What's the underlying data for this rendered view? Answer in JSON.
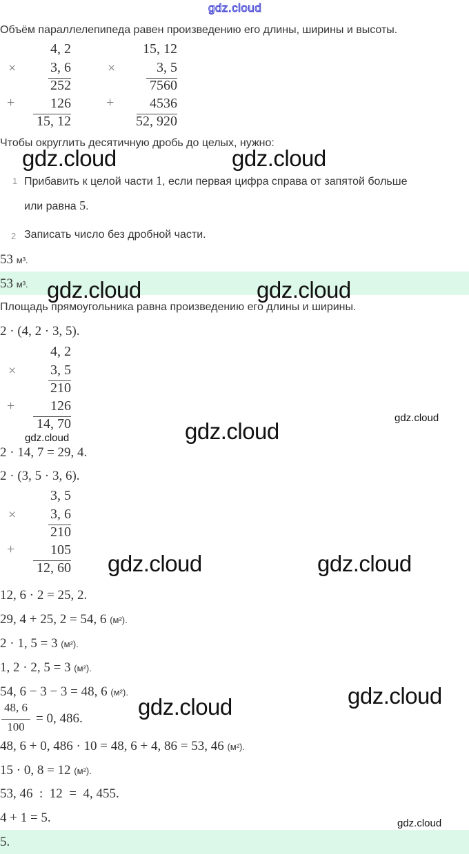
{
  "watermark": {
    "top": "gdz.cloud",
    "text": "gdz.cloud"
  },
  "section1": {
    "intro": "Объём параллелепипеда равен произведению его длины, ширины и высоты.",
    "calc1": {
      "a": "4, 2",
      "b": "3, 6",
      "p1": "252",
      "p2": "126",
      "result": "15, 12",
      "mul": "×",
      "add": "+"
    },
    "calc2": {
      "a": "15, 12",
      "b": "3, 5",
      "p1": "7560",
      "p2": "4536",
      "result": "52, 920",
      "mul": "×",
      "add": "+"
    },
    "rounding_intro": "Чтобы округлить десятичную дробь до целых, нужно:",
    "rules": [
      {
        "num": "1",
        "text_a": "Прибавить к целой части ",
        "val": "1",
        "text_b": ", если первая цифра справа от запятой больше",
        "text_c": "или равна ",
        "val2": "5",
        "text_d": "."
      },
      {
        "num": "2",
        "text": "Записать число без дробной части."
      }
    ],
    "result_line": {
      "value": "53",
      "unit": "м³."
    },
    "answer": {
      "value": "53",
      "unit": "м³."
    }
  },
  "section2": {
    "intro": "Площадь прямоугольника равна произведению его длины и ширины.",
    "expr1": "2 · (4, 2 · 3, 5).",
    "calc3": {
      "a": "4, 2",
      "b": "3, 5",
      "p1": "210",
      "p2": "126",
      "result": "14, 70",
      "mul": "×",
      "add": "+"
    },
    "line1": "2 · 14, 7 = 29, 4.",
    "expr2": "2 · (3, 5 · 3, 6).",
    "calc4": {
      "a": "3, 5",
      "b": "3, 6",
      "p1": "210",
      "p2": "105",
      "result": "12, 60",
      "mul": "×",
      "add": "+"
    },
    "lines": [
      {
        "expr": "12, 6 · 2 = 25, 2.",
        "unit": ""
      },
      {
        "expr": "29, 4 + 25, 2 = 54, 6",
        "unit": "(м²)."
      },
      {
        "expr": "2 · 1, 5 = 3",
        "unit": "(м²)."
      },
      {
        "expr": "1, 2 · 2, 5 = 3",
        "unit": "(м²)."
      },
      {
        "expr": "54, 6 − 3 − 3 = 48, 6",
        "unit": "(м²)."
      }
    ],
    "fraction": {
      "num": "48, 6",
      "den": "100",
      "rest": "= 0, 486."
    },
    "lines2": [
      {
        "expr": "48, 6 + 0, 486 · 10 = 48, 6 + 4, 86 = 53, 46",
        "unit": "(м²)."
      },
      {
        "expr": "15 · 0, 8 = 12",
        "unit": "(м²)."
      },
      {
        "expr": "53, 46  :  12  =  4, 455.",
        "unit": ""
      },
      {
        "expr": "4 + 1 = 5.",
        "unit": ""
      }
    ],
    "answer": "5."
  },
  "colors": {
    "highlight": "#dcf8e8",
    "watermark_top": "#3a3ad0"
  }
}
